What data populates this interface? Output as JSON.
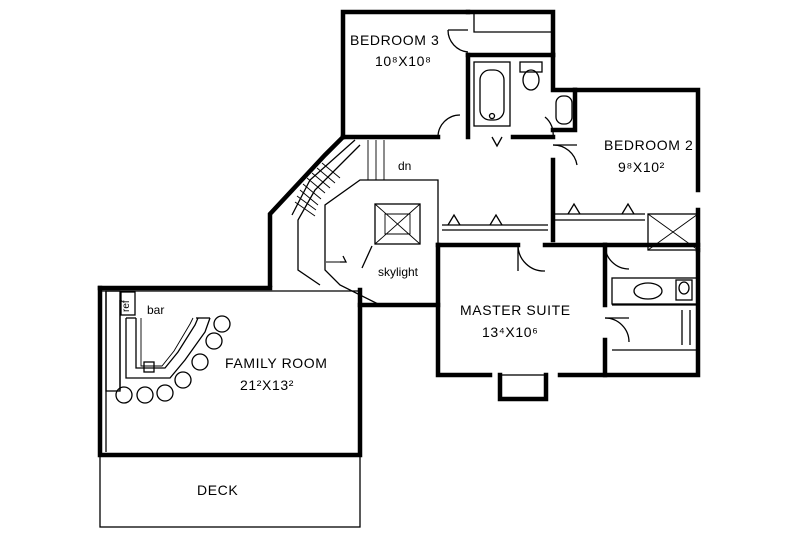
{
  "rooms": {
    "bedroom3": {
      "name": "BEDROOM 3",
      "size": "10⁸X10⁸"
    },
    "bedroom2": {
      "name": "BEDROOM 2",
      "size": "9⁸X10²"
    },
    "master_suite": {
      "name": "MASTER SUITE",
      "size": "13⁴X10⁶"
    },
    "family_room": {
      "name": "FAMILY ROOM",
      "size": "21²X13²"
    },
    "deck": {
      "name": "DECK"
    }
  },
  "annotations": {
    "stairs_down": "dn",
    "skylight": "skylight",
    "bar": "bar",
    "ref": "ref"
  }
}
